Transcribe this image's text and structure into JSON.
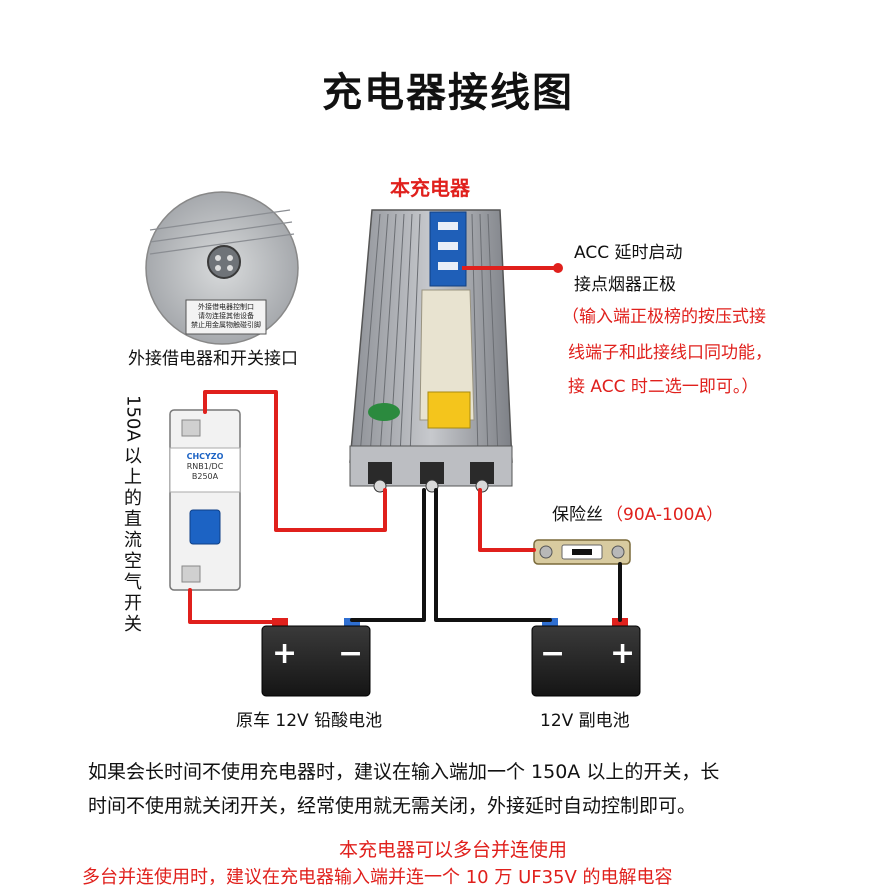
{
  "title": "充电器接线图",
  "charger_label": "本充电器",
  "acc": {
    "line1": "ACC 延时启动",
    "line2": "接点烟器正极",
    "note1": "（输入端正极榜的按压式接",
    "note2": "线端子和此接线口同功能，",
    "note3": "接 ACC 时二选一即可。）"
  },
  "relay_label": "外接借电器和开关接口",
  "plug_plate": [
    "外接借电器控制口",
    "请勿连接其他设备",
    "禁止用金属物触碰引脚"
  ],
  "breaker_label_chars": [
    "150A",
    "以",
    "上",
    "的",
    "直",
    "流",
    "空",
    "气",
    "开",
    "关"
  ],
  "breaker_brand": "CHCYZO",
  "breaker_model": [
    "RNB1/DC",
    "B250A"
  ],
  "fuse": {
    "label": "保险丝",
    "spec": "（90A-100A）"
  },
  "battery_main": {
    "label": "原车 12V 铅酸电池",
    "plus": "+",
    "minus": "−"
  },
  "battery_aux": {
    "label": "12V 副电池",
    "plus": "+",
    "minus": "−"
  },
  "notes": {
    "line1": "如果会长时间不使用充电器时，建议在输入端加一个 150A 以上的开关，长",
    "line2": "时间不使用就关闭开关，经常使用就无需关闭，外接延时自动控制即可。",
    "red1": "本充电器可以多台并连使用",
    "red2": "多台并连使用时，建议在充电器输入端并连一个 10 万 UF35V 的电解电容"
  },
  "colors": {
    "wire_red": "#e0201c",
    "wire_black": "#111111",
    "label_red": "#e0201c"
  }
}
